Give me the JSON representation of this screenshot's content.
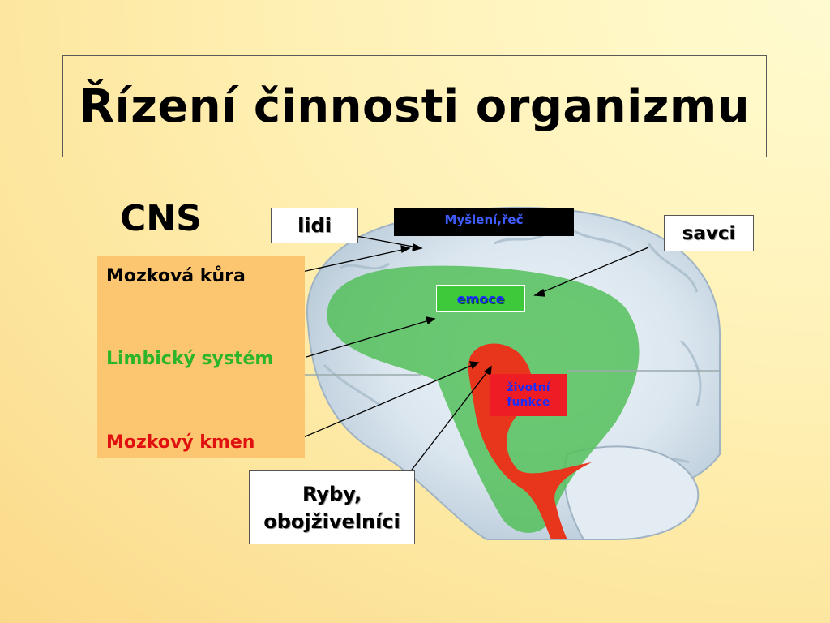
{
  "title": "Řízení činnosti organizmu",
  "cns_label": "CNS",
  "left_panel": {
    "items": [
      {
        "label": "Mozková kůra",
        "color": "#000000"
      },
      {
        "label": "Limbický systém",
        "color": "#2db52a"
      },
      {
        "label": "Mozkový kmen",
        "color": "#e01010"
      }
    ]
  },
  "brain_labels": {
    "mysleni": "Myšlení,řeč",
    "emoce": "emoce",
    "zivotni_line1": "životní",
    "zivotni_line2": "funkce"
  },
  "animal_labels": {
    "lidi": "lidi",
    "savci": "savci",
    "ryby_line1": "Ryby,",
    "ryby_line2": "obojživelníci"
  },
  "colors": {
    "panel": "#fcc670",
    "limbic": "#3ec93a",
    "brainstem": "#ee1c24",
    "label_text_blue": "#1a2cff"
  }
}
